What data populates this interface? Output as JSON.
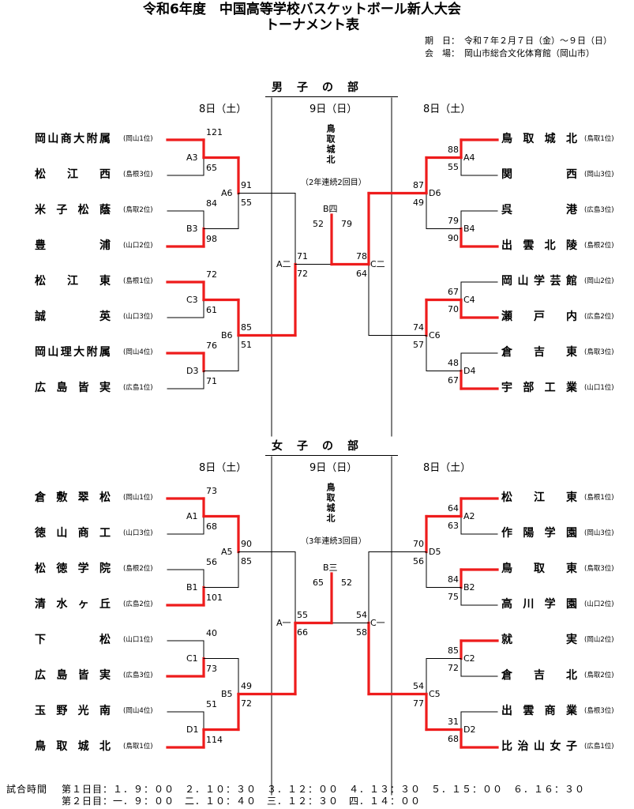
{
  "header": {
    "title_line1": "令和6年度　中国高等学校バスケットボール新人大会",
    "title_line2": "トーナメント表",
    "date_label": "期　日：",
    "date_value": "令和７年２月７日（金）～９日（日）",
    "venue_label": "会　場：",
    "venue_value": "岡山市総合文化体育館（岡山市）"
  },
  "boys": {
    "section_title": "男子の部",
    "day_left": "8日（土）",
    "day_center": "9日（日）",
    "day_right": "8日（土）",
    "champion": "鳥取城北",
    "champion_note": "（2年連続2回目）",
    "left_teams": [
      {
        "name": "岡山商大附属",
        "seed": "(岡山1位)"
      },
      {
        "name": "松江西",
        "seed": "(島根3位)"
      },
      {
        "name": "米子松蔭",
        "seed": "(鳥取2位)"
      },
      {
        "name": "豊浦",
        "seed": "(山口2位)"
      },
      {
        "name": "松江東",
        "seed": "(島根1位)"
      },
      {
        "name": "誠英",
        "seed": "(山口3位)"
      },
      {
        "name": "岡山理大附属",
        "seed": "(岡山4位)"
      },
      {
        "name": "広島皆実",
        "seed": "(広島1位)"
      }
    ],
    "right_teams": [
      {
        "name": "鳥取城北",
        "seed": "(鳥取1位)"
      },
      {
        "name": "関西",
        "seed": "(岡山3位)"
      },
      {
        "name": "呉港",
        "seed": "(広島3位)"
      },
      {
        "name": "出雲北陵",
        "seed": "(島根2位)"
      },
      {
        "name": "岡山学芸館",
        "seed": "(岡山2位)"
      },
      {
        "name": "瀬戸内",
        "seed": "(広島2位)"
      },
      {
        "name": "倉吉東",
        "seed": "(鳥取3位)"
      },
      {
        "name": "宇部工業",
        "seed": "(山口1位)"
      }
    ],
    "left_r1": [
      {
        "code": "A3",
        "top": "121",
        "bottom": "65"
      },
      {
        "code": "B3",
        "top": "84",
        "bottom": "98"
      },
      {
        "code": "C3",
        "top": "72",
        "bottom": "61"
      },
      {
        "code": "D3",
        "top": "76",
        "bottom": "71"
      }
    ],
    "left_r2": [
      {
        "code": "A6",
        "top": "91",
        "bottom": "55"
      },
      {
        "code": "B6",
        "top": "85",
        "bottom": "51"
      }
    ],
    "left_semi": {
      "code": "A二",
      "top": "71",
      "bottom": "72"
    },
    "right_r1": [
      {
        "code": "A4",
        "top": "88",
        "bottom": "55"
      },
      {
        "code": "B4",
        "top": "79",
        "bottom": "90"
      },
      {
        "code": "C4",
        "top": "67",
        "bottom": "70"
      },
      {
        "code": "D4",
        "top": "48",
        "bottom": "67"
      }
    ],
    "right_r2": [
      {
        "code": "D6",
        "top": "87",
        "bottom": "49"
      },
      {
        "code": "C6",
        "top": "74",
        "bottom": "57"
      }
    ],
    "right_semi": {
      "code": "C二",
      "top": "78",
      "bottom": "64"
    },
    "final": {
      "code": "B四",
      "left": "52",
      "right": "79"
    }
  },
  "girls": {
    "section_title": "女子の部",
    "day_left": "8日（土）",
    "day_center": "9日（日）",
    "day_right": "8日（土）",
    "champion": "鳥取城北",
    "champion_note": "（3年連続3回目）",
    "left_teams": [
      {
        "name": "倉敷翠松",
        "seed": "(岡山1位)"
      },
      {
        "name": "徳山商工",
        "seed": "(山口3位)"
      },
      {
        "name": "松徳学院",
        "seed": "(島根2位)"
      },
      {
        "name": "清水ヶ丘",
        "seed": "(広島2位)"
      },
      {
        "name": "下松",
        "seed": "(山口1位)"
      },
      {
        "name": "広島皆実",
        "seed": "(広島3位)"
      },
      {
        "name": "玉野光南",
        "seed": "(岡山4位)"
      },
      {
        "name": "鳥取城北",
        "seed": "(鳥取1位)"
      }
    ],
    "right_teams": [
      {
        "name": "松江東",
        "seed": "(島根1位)"
      },
      {
        "name": "作陽学園",
        "seed": "(岡山3位)"
      },
      {
        "name": "鳥取東",
        "seed": "(鳥取3位)"
      },
      {
        "name": "高川学園",
        "seed": "(山口2位)"
      },
      {
        "name": "就実",
        "seed": "(岡山2位)"
      },
      {
        "name": "倉吉北",
        "seed": "(鳥取2位)"
      },
      {
        "name": "出雲商業",
        "seed": "(島根3位)"
      },
      {
        "name": "比治山女子",
        "seed": "(広島1位)"
      }
    ],
    "left_r1": [
      {
        "code": "A1",
        "top": "73",
        "bottom": "68"
      },
      {
        "code": "B1",
        "top": "56",
        "bottom": "101"
      },
      {
        "code": "C1",
        "top": "40",
        "bottom": "73"
      },
      {
        "code": "D1",
        "top": "51",
        "bottom": "114"
      }
    ],
    "left_r2": [
      {
        "code": "A5",
        "top": "90",
        "bottom": "85"
      },
      {
        "code": "B5",
        "top": "49",
        "bottom": "72"
      }
    ],
    "left_semi": {
      "code": "A一",
      "top": "55",
      "bottom": "66"
    },
    "right_r1": [
      {
        "code": "A2",
        "top": "64",
        "bottom": "63"
      },
      {
        "code": "B2",
        "top": "84",
        "bottom": "75"
      },
      {
        "code": "C2",
        "top": "85",
        "bottom": "72"
      },
      {
        "code": "D2",
        "top": "31",
        "bottom": "68"
      }
    ],
    "right_r2": [
      {
        "code": "D5",
        "top": "70",
        "bottom": "56"
      },
      {
        "code": "C5",
        "top": "54",
        "bottom": "77"
      }
    ],
    "right_semi": {
      "code": "C一",
      "top": "54",
      "bottom": "58"
    },
    "final": {
      "code": "B三",
      "left": "65",
      "right": "52"
    }
  },
  "footer": {
    "label": "試合時間",
    "day1": "第１日目：１．９：００　２．１０：３０　３．１２：００　４．１３：３０　５．１５：００　６．１６：３０",
    "day2": "第２日目：一．９：００　二．１０：４０　三．１２：３０　四．１４：００"
  }
}
